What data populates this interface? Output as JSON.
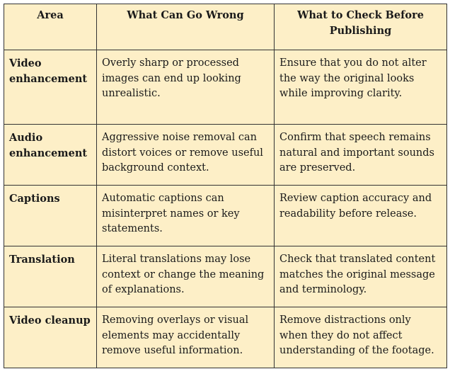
{
  "table": {
    "headers": [
      "Area",
      "What Can Go Wrong",
      "What to Check Before Publishing"
    ],
    "rows": [
      {
        "area": "Video enhancement",
        "wrong": "Overly sharp or processed images can end up looking unrealistic.",
        "check": "Ensure that you do not alter the way the original looks while improving clarity."
      },
      {
        "area": "Audio enhancement",
        "wrong": "Aggressive noise removal can distort voices or remove useful background context.",
        "check": "Confirm that speech remains natural and important sounds are preserved."
      },
      {
        "area": "Captions",
        "wrong": "Automatic captions can misinterpret names or key statements.",
        "check": "Review caption accuracy and readability before release."
      },
      {
        "area": "Translation",
        "wrong": "Literal translations may lose context or change the meaning of explanations.",
        "check": "Check that translated content matches the original message and terminology."
      },
      {
        "area": "Video cleanup",
        "wrong": "Removing overlays or visual elements may accidentally remove useful information.",
        "check": "Remove distractions only when they do not affect understanding of the footage."
      }
    ]
  }
}
